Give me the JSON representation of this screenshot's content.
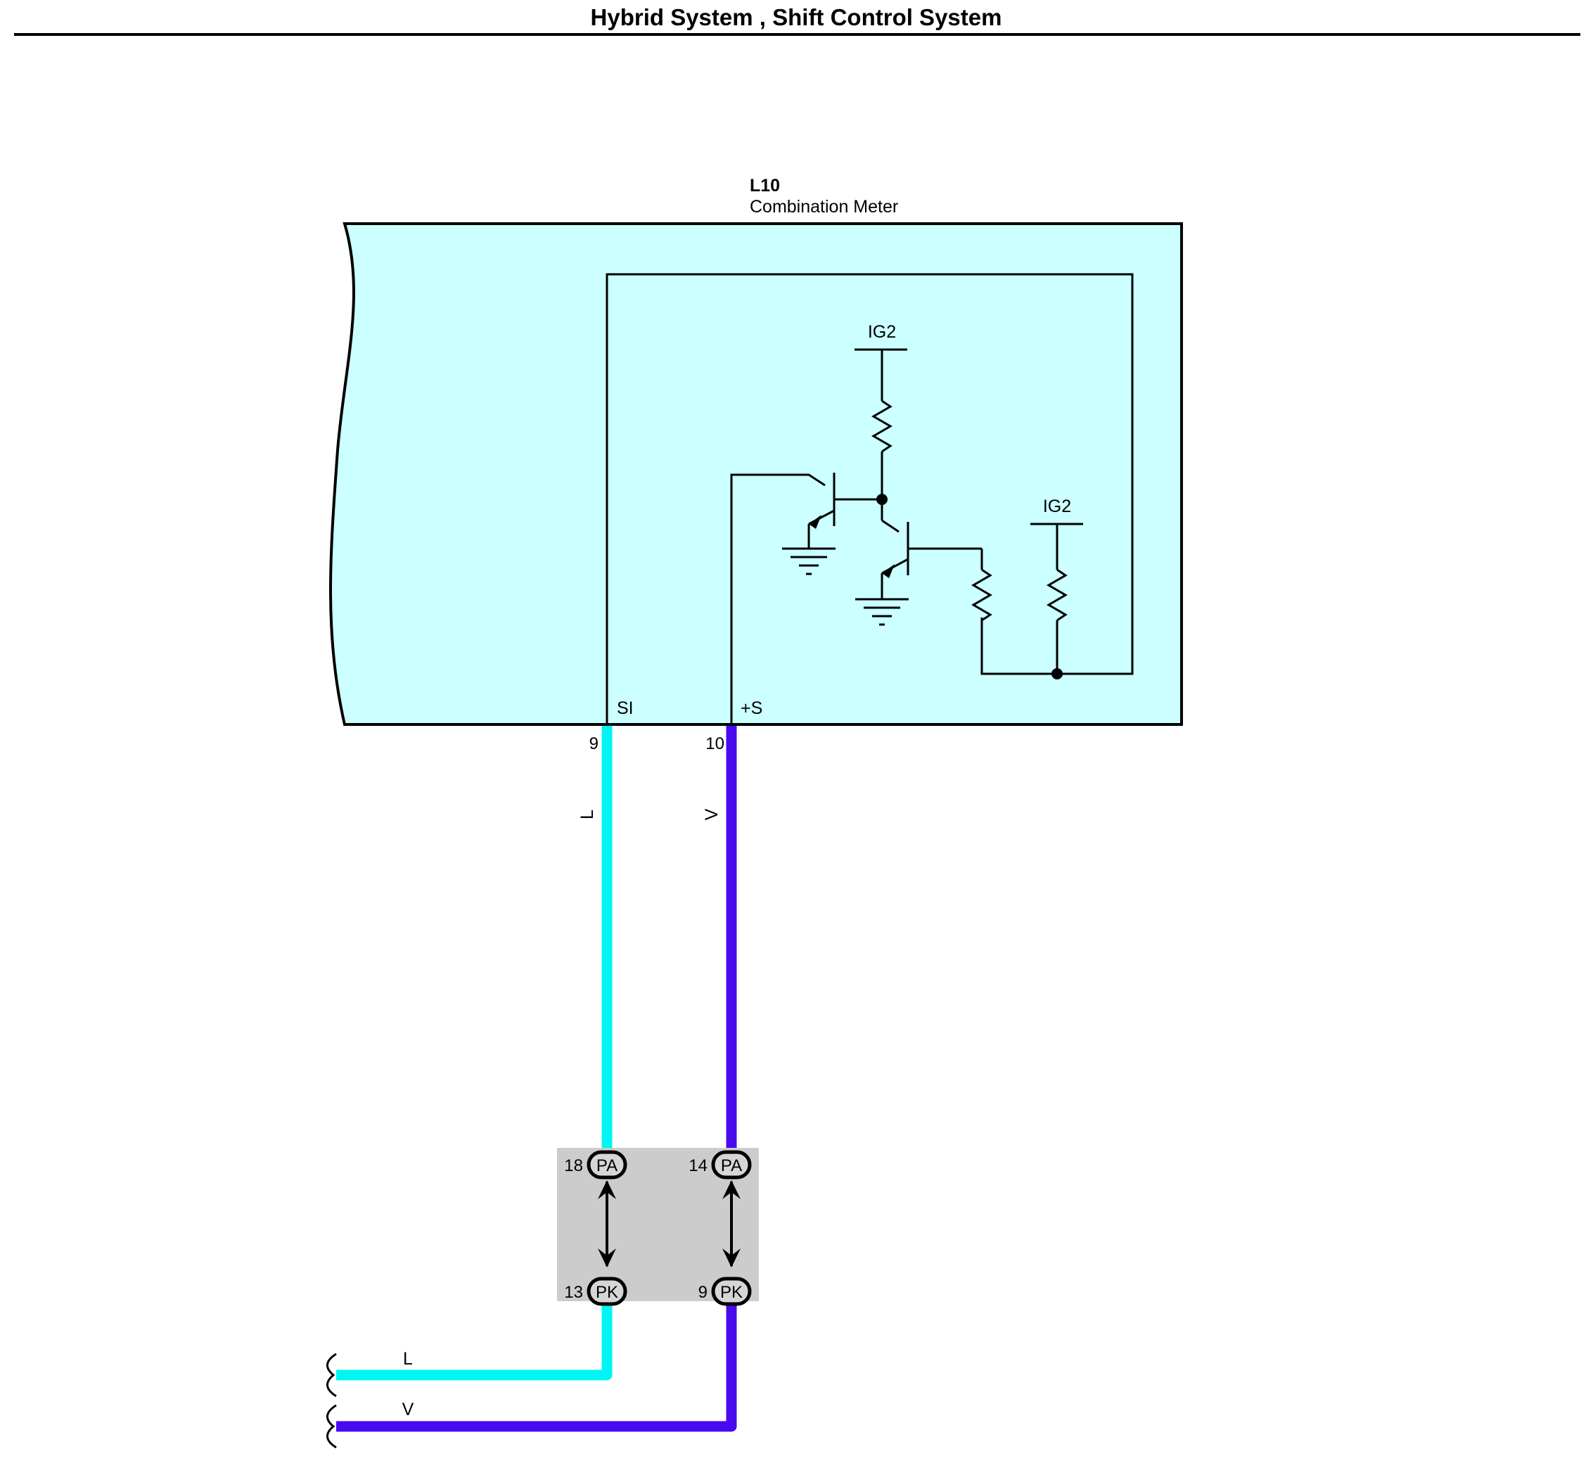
{
  "header": {
    "title": "Hybrid System , Shift Control System"
  },
  "component": {
    "id": "L10",
    "name": "Combination Meter",
    "power_label_left": "IG2",
    "power_label_right": "IG2",
    "terminals": [
      {
        "name": "SI",
        "pin": "9"
      },
      {
        "name": "+S",
        "pin": "10"
      }
    ]
  },
  "wires": [
    {
      "color_code": "L",
      "hex": "#00f5f5",
      "upper_label": "L",
      "lower_label": "L"
    },
    {
      "color_code": "V",
      "hex": "#4a0af0",
      "upper_label": "V",
      "lower_label": "V"
    }
  ],
  "junction": {
    "left_top": {
      "pin": "18",
      "connector": "PA"
    },
    "right_top": {
      "pin": "14",
      "connector": "PA"
    },
    "left_bottom": {
      "pin": "13",
      "connector": "PK"
    },
    "right_bottom": {
      "pin": "9",
      "connector": "PK"
    }
  },
  "colors": {
    "component_fill": "#ccffff",
    "junction_fill": "#cccccc",
    "line": "#000000"
  }
}
